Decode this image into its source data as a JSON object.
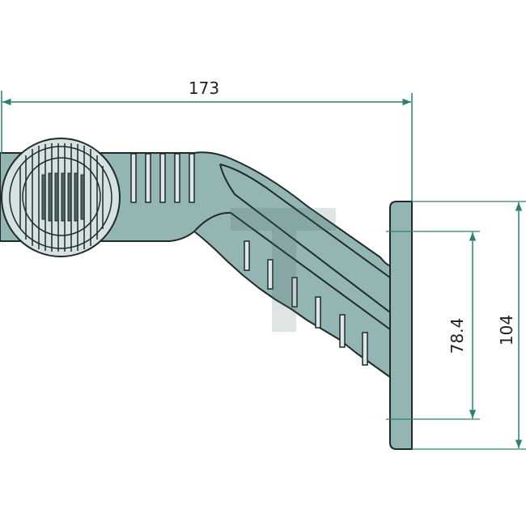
{
  "diagram": {
    "subject": "Side marker lamp with angled rubber arm, technical dimension drawing",
    "colors": {
      "body_fill": "#93b5b3",
      "lens_fill": "#d6e2e1",
      "slot_fill": "#dfe8e7",
      "outline": "#1f2a2a",
      "dimension_line": "#2b8070",
      "watermark": "#7a9896"
    },
    "dimensions": {
      "overall_length": {
        "value": "173",
        "orientation": "horizontal"
      },
      "plate_height": {
        "value": "104",
        "orientation": "vertical"
      },
      "hole_spacing": {
        "value": "78.4",
        "orientation": "vertical"
      }
    },
    "watermark": {
      "glyph": "T"
    }
  }
}
